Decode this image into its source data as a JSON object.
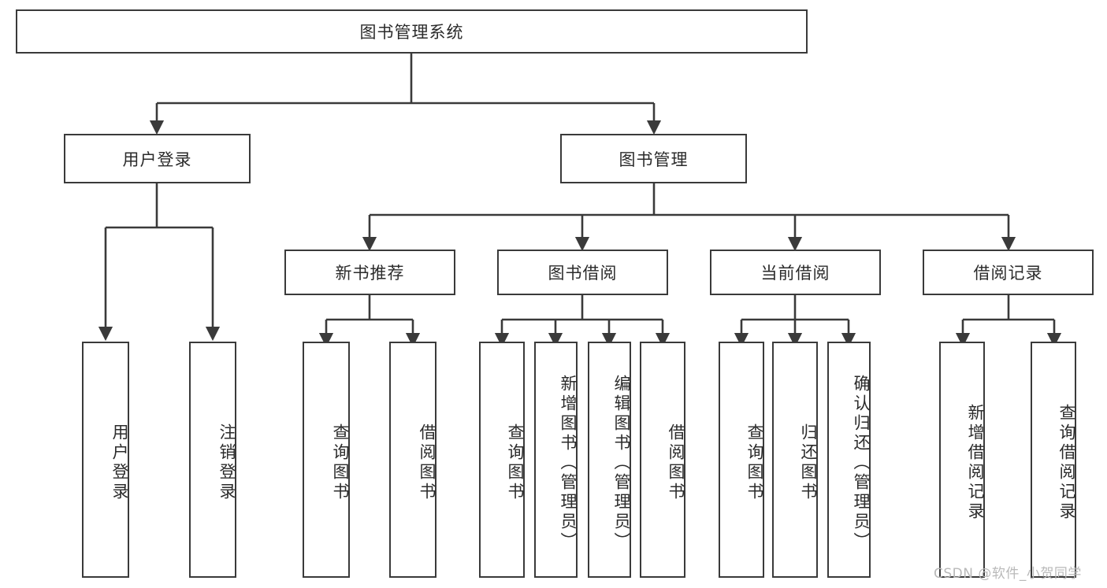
{
  "diagram": {
    "title": "图书管理系统",
    "type": "tree",
    "root": {
      "label": "图书管理系统"
    },
    "level2": [
      {
        "label": "用户登录"
      },
      {
        "label": "图书管理"
      }
    ],
    "level3": [
      {
        "label": "新书推荐"
      },
      {
        "label": "图书借阅"
      },
      {
        "label": "当前借阅"
      },
      {
        "label": "借阅记录"
      }
    ],
    "leaves": {
      "user_login": [
        {
          "label": "用户登录"
        },
        {
          "label": "注销登录"
        }
      ],
      "new_book_recommend": [
        {
          "label": "查询图书"
        },
        {
          "label": "借阅图书"
        }
      ],
      "book_borrow": [
        {
          "label": "查询图书"
        },
        {
          "label": "新增图书（管理员）"
        },
        {
          "label": "编辑图书（管理员）"
        },
        {
          "label": "借阅图书"
        }
      ],
      "current_borrow": [
        {
          "label": "查询图书"
        },
        {
          "label": "归还图书"
        },
        {
          "label": "确认归还（管理员）"
        }
      ],
      "borrow_records": [
        {
          "label": "新增借阅记录"
        },
        {
          "label": "查询借阅记录"
        }
      ]
    }
  },
  "watermark": {
    "text": "CSDN @软件_小贺同学"
  },
  "colors": {
    "border": "#3a3a3a",
    "text": "#2b2b2b",
    "background": "#ffffff",
    "watermark": "#b9b9b9"
  }
}
